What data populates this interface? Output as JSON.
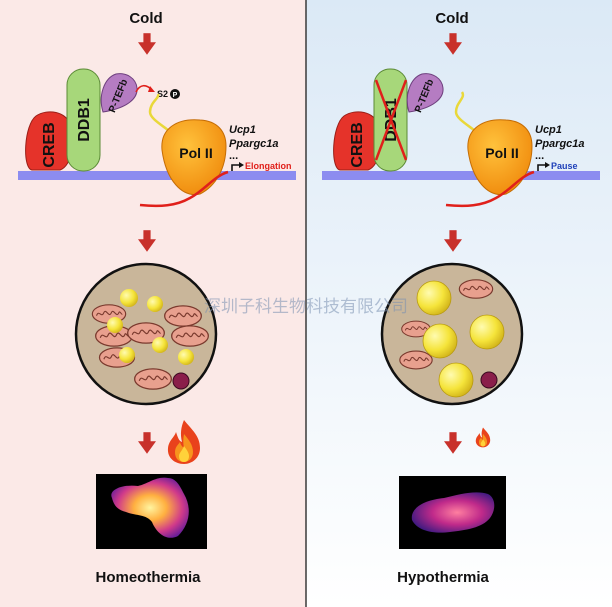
{
  "panels": [
    {
      "title": "Cold",
      "proteins": {
        "creb": "CREB",
        "ddb1": "DDB1",
        "ptefb": "P-TEFb",
        "polii": "Pol II"
      },
      "phospho": {
        "site": "S2",
        "mark": "P"
      },
      "genes": [
        "Ucp1",
        "Ppargc1a",
        "..."
      ],
      "state_label": "Elongation",
      "state_color": "#e0201b",
      "ddb1_crossed": false,
      "caption": "Homeothermia"
    },
    {
      "title": "Cold",
      "proteins": {
        "creb": "CREB",
        "ddb1": "DDB1",
        "ptefb": "P-TEFb",
        "polii": "Pol II"
      },
      "genes": [
        "Ucp1",
        "Ppargc1a",
        "..."
      ],
      "state_label": "Pause",
      "state_color": "#1d3fb8",
      "ddb1_crossed": true,
      "caption": "Hypothermia"
    }
  ],
  "watermark": "深圳子科生物科技有限公司",
  "colors": {
    "left_bg": "#fbe9e7",
    "right_bg_top": "#dbe9f6",
    "right_bg_bottom": "#ffffff",
    "arrow": "#c8312b",
    "dna": "#8c8cf0",
    "creb": "#e5332a",
    "ddb1": "#a7d77a",
    "ptefb": "#b57cc2",
    "polii": "#f3a21a",
    "cell": "#c9b69a",
    "lipid": "#f5e43a",
    "mito": "#e8a08e"
  }
}
